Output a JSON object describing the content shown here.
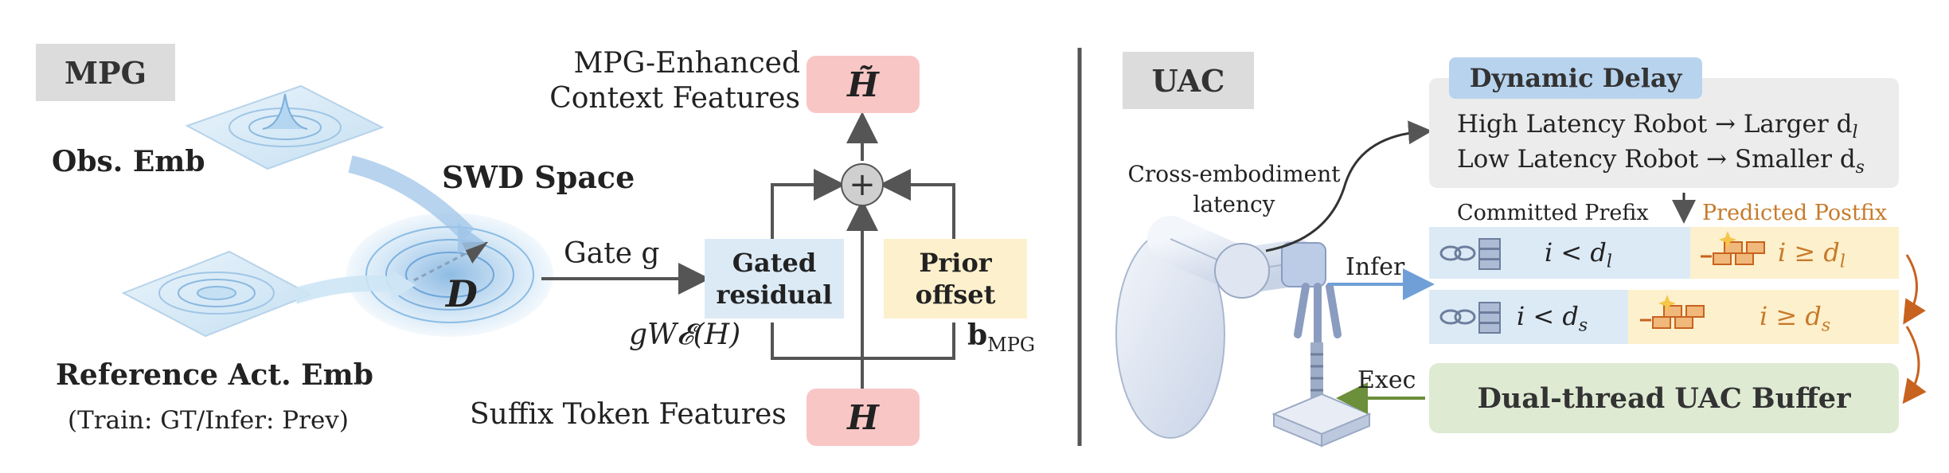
{
  "mpg": {
    "tag": "MPG",
    "obs_emb": "Obs. Emb",
    "swd_space": "SWD Space",
    "d_symbol": "D",
    "ref_emb": "Reference Act. Emb",
    "ref_note": "(Train: GT/Infer: Prev)",
    "gate_label": "Gate g",
    "enhanced_label_1": "MPG-Enhanced",
    "enhanced_label_2": "Context Features",
    "h_tilde": "H̃",
    "plus": "+",
    "gated_residual_1": "Gated",
    "gated_residual_2": "residual",
    "prior_offset_1": "Prior",
    "prior_offset_2": "offset",
    "gwe_label": "gW𝓔(H)",
    "b_mpg": "b",
    "b_mpg_sub": "MPG",
    "suffix_label": "Suffix Token Features",
    "h": "H"
  },
  "uac": {
    "tag": "UAC",
    "cross_1": "Cross-embodiment",
    "cross_2": "latency",
    "dynamic_delay": "Dynamic Delay",
    "high_latency": "High Latency Robot → Larger d",
    "high_sub": "l",
    "low_latency": "Low Latency Robot → Smaller d",
    "low_sub": "s",
    "committed_prefix": "Committed Prefix",
    "predicted_postfix": "Predicted Postfix",
    "infer": "Infer",
    "exec": "Exec",
    "row1_prefix": "i < d",
    "row1_prefix_sub": "l",
    "row1_postfix": "i ≥ d",
    "row1_postfix_sub": "l",
    "row2_prefix": "i < d",
    "row2_prefix_sub": "s",
    "row2_postfix": "i ≥ d",
    "row2_postfix_sub": "s",
    "buffer": "Dual-thread UAC Buffer"
  },
  "colors": {
    "pink": "#f9c6c6",
    "blue": "#dceaf6",
    "yellow": "#fdf0cc",
    "green": "#dfead3",
    "orange_text": "#c77a2a",
    "arrow_blue": "#6f9fd6",
    "arrow_green": "#6b8f3a",
    "arrow_orange": "#c8621f"
  }
}
